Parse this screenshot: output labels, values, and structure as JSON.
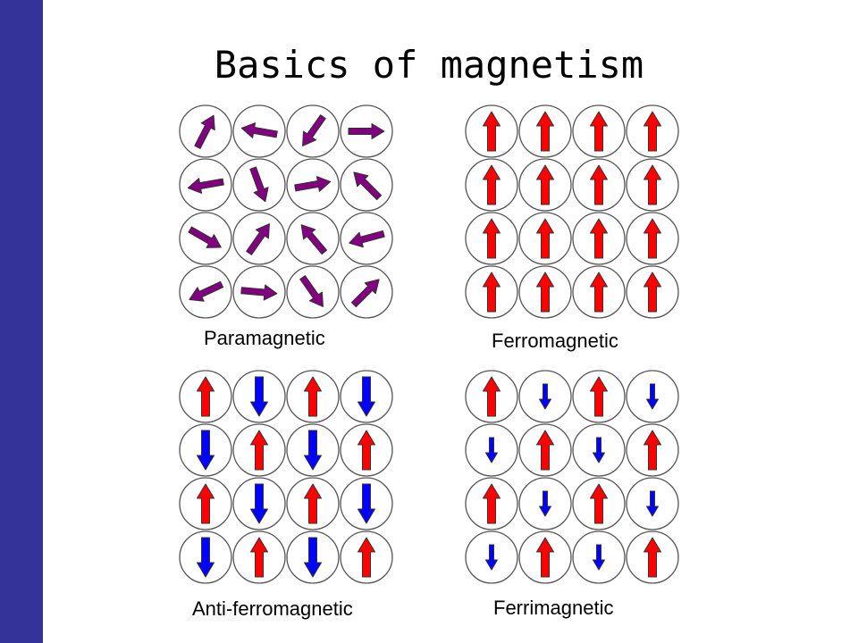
{
  "slide": {
    "title": "Basics of magnetism",
    "accent_bar_color": "#333399"
  },
  "colors": {
    "para_arrow": "#800080",
    "up_arrow": "#ff0000",
    "down_arrow": "#0000ff",
    "circle_stroke": "#555555"
  },
  "panels": [
    {
      "id": "paramagnetic",
      "label": "Paramagnetic",
      "rows": [
        [
          {
            "dir_deg": 27,
            "color": "para",
            "size": "large"
          },
          {
            "dir_deg": -80,
            "color": "para",
            "size": "large"
          },
          {
            "dir_deg": 215,
            "color": "para",
            "size": "large"
          },
          {
            "dir_deg": 90,
            "color": "para",
            "size": "large"
          }
        ],
        [
          {
            "dir_deg": 260,
            "color": "para",
            "size": "large"
          },
          {
            "dir_deg": 160,
            "color": "para",
            "size": "large"
          },
          {
            "dir_deg": 80,
            "color": "para",
            "size": "large"
          },
          {
            "dir_deg": 315,
            "color": "para",
            "size": "large"
          }
        ],
        [
          {
            "dir_deg": 120,
            "color": "para",
            "size": "large"
          },
          {
            "dir_deg": 35,
            "color": "para",
            "size": "large"
          },
          {
            "dir_deg": 320,
            "color": "para",
            "size": "large"
          },
          {
            "dir_deg": 255,
            "color": "para",
            "size": "large"
          }
        ],
        [
          {
            "dir_deg": 245,
            "color": "para",
            "size": "large"
          },
          {
            "dir_deg": 95,
            "color": "para",
            "size": "large"
          },
          {
            "dir_deg": 145,
            "color": "para",
            "size": "large"
          },
          {
            "dir_deg": 45,
            "color": "para",
            "size": "large"
          }
        ]
      ]
    },
    {
      "id": "ferromagnetic",
      "label": "Ferromagnetic",
      "rows": [
        [
          {
            "dir_deg": 0,
            "color": "up",
            "size": "large"
          },
          {
            "dir_deg": 0,
            "color": "up",
            "size": "large"
          },
          {
            "dir_deg": 0,
            "color": "up",
            "size": "large"
          },
          {
            "dir_deg": 0,
            "color": "up",
            "size": "large"
          }
        ],
        [
          {
            "dir_deg": 0,
            "color": "up",
            "size": "large"
          },
          {
            "dir_deg": 0,
            "color": "up",
            "size": "large"
          },
          {
            "dir_deg": 0,
            "color": "up",
            "size": "large"
          },
          {
            "dir_deg": 0,
            "color": "up",
            "size": "large"
          }
        ],
        [
          {
            "dir_deg": 0,
            "color": "up",
            "size": "large"
          },
          {
            "dir_deg": 0,
            "color": "up",
            "size": "large"
          },
          {
            "dir_deg": 0,
            "color": "up",
            "size": "large"
          },
          {
            "dir_deg": 0,
            "color": "up",
            "size": "large"
          }
        ],
        [
          {
            "dir_deg": 0,
            "color": "up",
            "size": "large"
          },
          {
            "dir_deg": 0,
            "color": "up",
            "size": "large"
          },
          {
            "dir_deg": 0,
            "color": "up",
            "size": "large"
          },
          {
            "dir_deg": 0,
            "color": "up",
            "size": "large"
          }
        ]
      ]
    },
    {
      "id": "anti-ferromagnetic",
      "label": "Anti-ferromagnetic",
      "rows": [
        [
          {
            "dir_deg": 0,
            "color": "up",
            "size": "large"
          },
          {
            "dir_deg": 180,
            "color": "down",
            "size": "large"
          },
          {
            "dir_deg": 0,
            "color": "up",
            "size": "large"
          },
          {
            "dir_deg": 180,
            "color": "down",
            "size": "large"
          }
        ],
        [
          {
            "dir_deg": 180,
            "color": "down",
            "size": "large"
          },
          {
            "dir_deg": 0,
            "color": "up",
            "size": "large"
          },
          {
            "dir_deg": 180,
            "color": "down",
            "size": "large"
          },
          {
            "dir_deg": 0,
            "color": "up",
            "size": "large"
          }
        ],
        [
          {
            "dir_deg": 0,
            "color": "up",
            "size": "large"
          },
          {
            "dir_deg": 180,
            "color": "down",
            "size": "large"
          },
          {
            "dir_deg": 0,
            "color": "up",
            "size": "large"
          },
          {
            "dir_deg": 180,
            "color": "down",
            "size": "large"
          }
        ],
        [
          {
            "dir_deg": 180,
            "color": "down",
            "size": "large"
          },
          {
            "dir_deg": 0,
            "color": "up",
            "size": "large"
          },
          {
            "dir_deg": 180,
            "color": "down",
            "size": "large"
          },
          {
            "dir_deg": 0,
            "color": "up",
            "size": "large"
          }
        ]
      ]
    },
    {
      "id": "ferrimagnetic",
      "label": "Ferrimagnetic",
      "rows": [
        [
          {
            "dir_deg": 0,
            "color": "up",
            "size": "large"
          },
          {
            "dir_deg": 180,
            "color": "down",
            "size": "small"
          },
          {
            "dir_deg": 0,
            "color": "up",
            "size": "large"
          },
          {
            "dir_deg": 180,
            "color": "down",
            "size": "small"
          }
        ],
        [
          {
            "dir_deg": 180,
            "color": "down",
            "size": "small"
          },
          {
            "dir_deg": 0,
            "color": "up",
            "size": "large"
          },
          {
            "dir_deg": 180,
            "color": "down",
            "size": "small"
          },
          {
            "dir_deg": 0,
            "color": "up",
            "size": "large"
          }
        ],
        [
          {
            "dir_deg": 0,
            "color": "up",
            "size": "large"
          },
          {
            "dir_deg": 180,
            "color": "down",
            "size": "small"
          },
          {
            "dir_deg": 0,
            "color": "up",
            "size": "large"
          },
          {
            "dir_deg": 180,
            "color": "down",
            "size": "small"
          }
        ],
        [
          {
            "dir_deg": 180,
            "color": "down",
            "size": "small"
          },
          {
            "dir_deg": 0,
            "color": "up",
            "size": "large"
          },
          {
            "dir_deg": 180,
            "color": "down",
            "size": "small"
          },
          {
            "dir_deg": 0,
            "color": "up",
            "size": "large"
          }
        ]
      ]
    }
  ]
}
